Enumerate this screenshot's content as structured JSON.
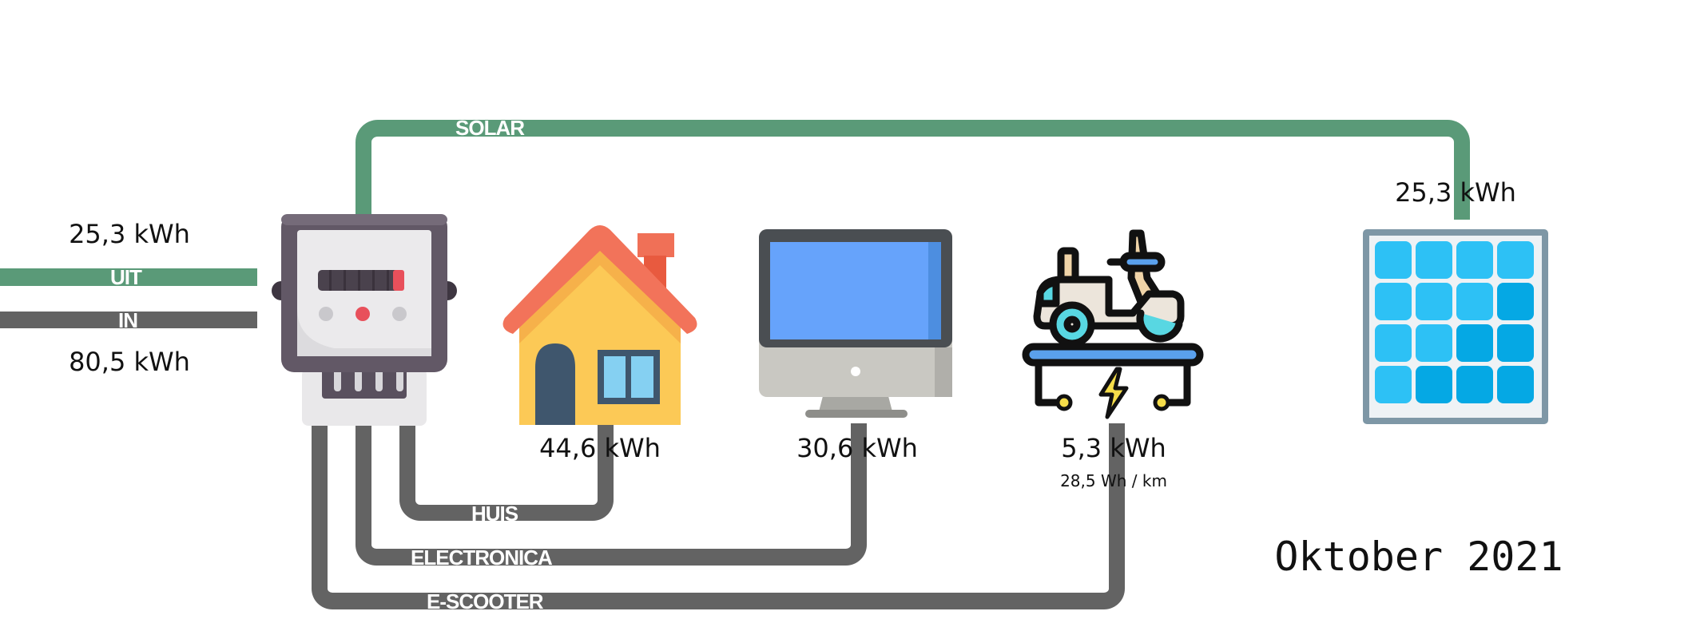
{
  "title": "Oktober 2021",
  "colors": {
    "solar_line": "#5a9a78",
    "grid_line": "#636363",
    "text": "#111111"
  },
  "grid": {
    "export_value": "25,3 kWh",
    "export_label": "UIT",
    "import_label": "IN",
    "import_value": "80,5 kWh"
  },
  "solar": {
    "label": "SOLAR",
    "value": "25,3 kWh",
    "icon": "solar-panel-icon"
  },
  "meter": {
    "icon": "electricity-meter-icon"
  },
  "consumers": [
    {
      "label": "HUIS",
      "value": "44,6 kWh",
      "icon": "house-icon"
    },
    {
      "label": "ELECTRONICA",
      "value": "30,6 kWh",
      "icon": "monitor-icon"
    },
    {
      "label": "E-SCOOTER",
      "value": "5,3 kWh",
      "detail": "28,5 Wh / km",
      "icon": "e-scooter-charging-icon"
    }
  ]
}
